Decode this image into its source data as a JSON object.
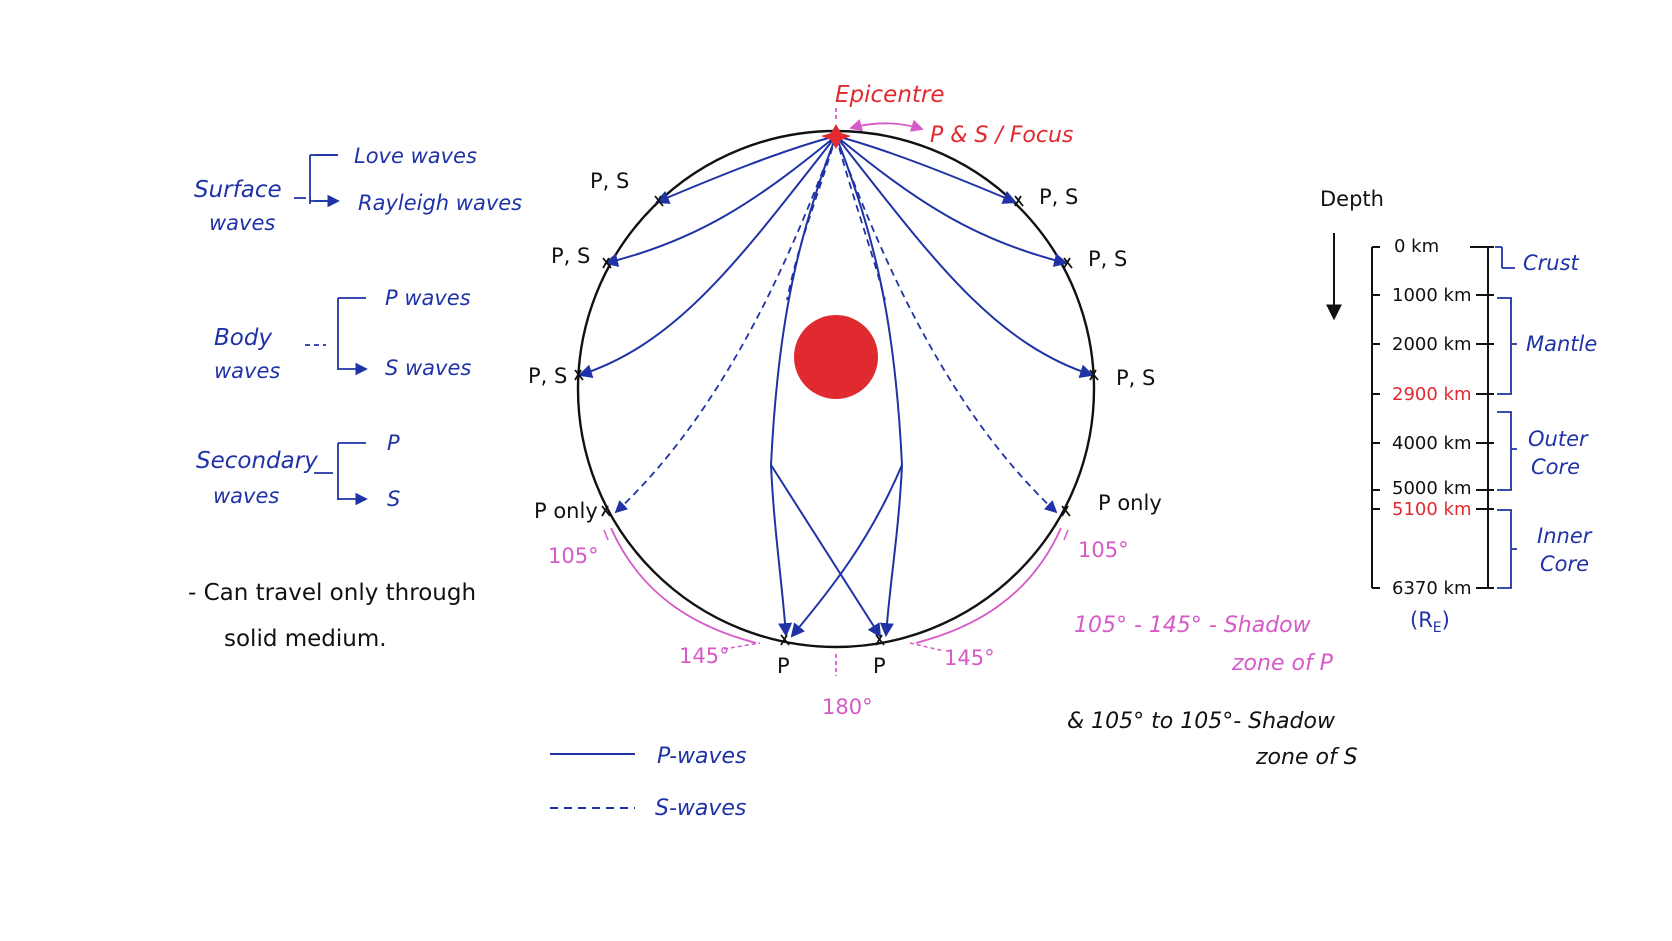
{
  "colors": {
    "wave": "#1f33a6",
    "epicentre": "#e02a2f",
    "core": "#e02a2f",
    "angle": "#d65ac8",
    "outline": "#111111"
  },
  "left_notes": {
    "surface": {
      "label_line1": "Surface",
      "label_line2": "waves",
      "item1": "Love waves",
      "item2": "Rayleigh waves"
    },
    "body": {
      "label_line1": "Body",
      "label_line2": "waves",
      "item1": "P waves",
      "item2": "S waves"
    },
    "secondary": {
      "label_line1": "Secondary",
      "label_line2": "waves",
      "item1": "P",
      "item2": "S"
    },
    "note_line1": "- Can travel only through",
    "note_line2": "solid medium."
  },
  "diagram": {
    "epicentre": "Epicentre",
    "focus_label": "P & S / Focus",
    "station_ps": "P, S",
    "station_p_only": "P only",
    "station_p": "P",
    "angle_105": "105°",
    "angle_145": "145°",
    "angle_180": "180°",
    "shadow_p_line1": "105° - 145° - Shadow",
    "shadow_p_line2": "zone of P",
    "shadow_s_line1": "& 105° to 105°- Shadow",
    "shadow_s_line2": "zone of S"
  },
  "legend": {
    "p_waves": "P-waves",
    "s_waves": "S-waves"
  },
  "depth_scale": {
    "title": "Depth",
    "ticks": [
      "0 km",
      "1000 km",
      "2000 km",
      "2900 km",
      "4000 km",
      "5000 km",
      "5100 km",
      "6370 km"
    ],
    "radius_label": "(R",
    "radius_sub": "E",
    "radius_close": ")",
    "layers": {
      "crust": "Crust",
      "mantle": "Mantle",
      "outer_line1": "Outer",
      "outer_line2": "Core",
      "inner_line1": "Inner",
      "inner_line2": "Core"
    }
  }
}
